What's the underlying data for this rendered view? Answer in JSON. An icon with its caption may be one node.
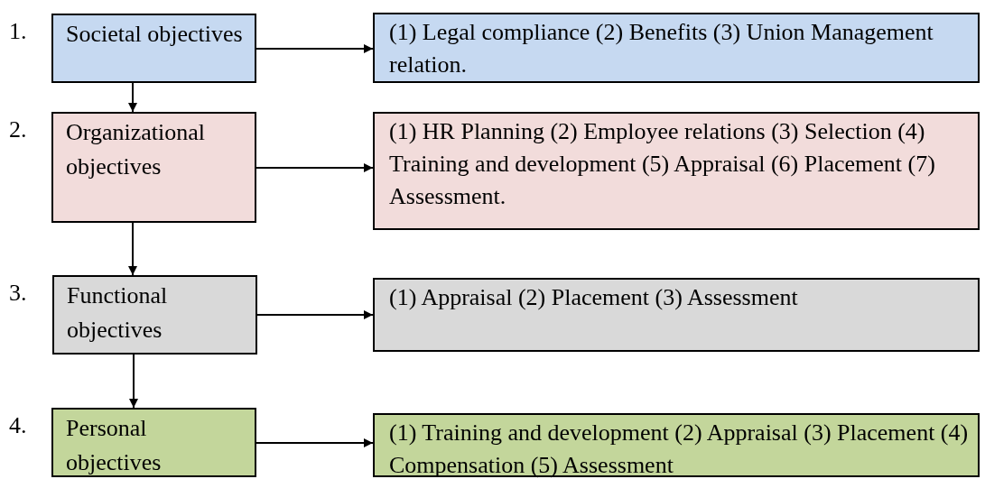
{
  "diagram": {
    "nodes": [
      {
        "text": [
          "Societal objectives"
        ]
      },
      {
        "text": [
          "(1) Legal compliance (2) Benefits (3) Union Management relation."
        ]
      },
      {
        "text": [
          "Organizational objectives"
        ]
      },
      {
        "text": [
          "(1) HR Planning (2) Employee relations (3) Selection (4) Training and development (5) Appraisal (6) Placement (7) Assessment."
        ]
      },
      {
        "text": [
          "Functional objectives"
        ]
      },
      {
        "text": [
          "(1) Appraisal (2) Placement (3) Assessment"
        ]
      },
      {
        "text": [
          "Personal objectives"
        ]
      },
      {
        "text": [
          "(1) Training and development (2) Appraisal (3) Placement (4) Compensation (5) Assessment"
        ]
      }
    ],
    "edges": [
      {
        "from": 0,
        "to": 1,
        "arrow": "to"
      },
      {
        "from": 0,
        "to": 2,
        "arrow": "to"
      },
      {
        "from": 2,
        "to": 3,
        "arrow": "to"
      },
      {
        "from": 2,
        "to": 4,
        "arrow": "to"
      },
      {
        "from": 4,
        "to": 5,
        "arrow": "to"
      },
      {
        "from": 4,
        "to": 6,
        "arrow": "to"
      },
      {
        "from": 6,
        "to": 7,
        "arrow": "to"
      }
    ],
    "labels": [
      "1.",
      "2.",
      "3.",
      "4."
    ]
  }
}
